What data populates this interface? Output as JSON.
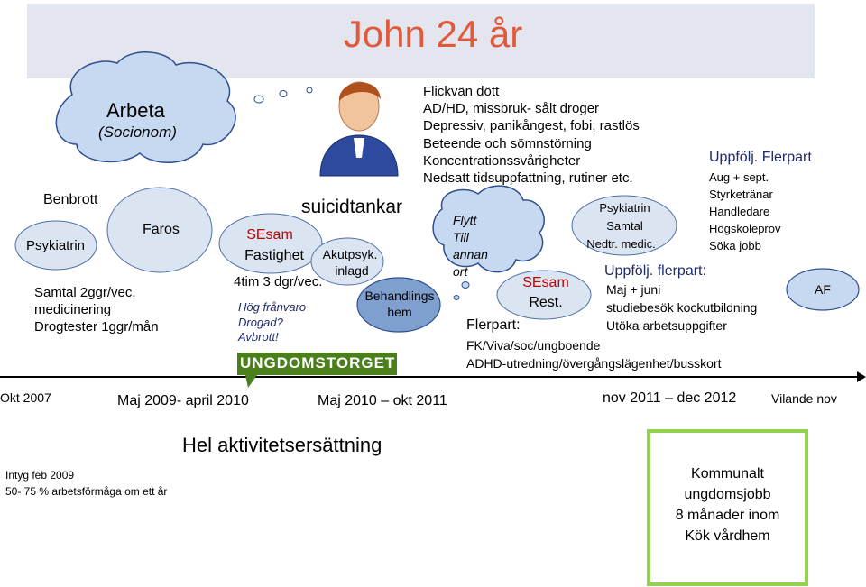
{
  "title": "John 24 år",
  "bubbles": {
    "arbeta": "Arbeta",
    "socionom": "(Socionom)",
    "flytt": [
      "Flytt",
      "Till",
      "annan",
      "ort"
    ]
  },
  "left": {
    "benbrott": "Benbrott",
    "faros": "Faros",
    "psykiatrin": "Psykiatrin",
    "samtal": "Samtal 2ggr/vec.",
    "medicinering": "medicinering",
    "drogtester": "Drogtester 1ggr/mån"
  },
  "mid": {
    "suicidtankar": "suicidtankar",
    "sesam_fastighet": [
      "SEsam",
      "Fastighet"
    ],
    "akutpsyk": [
      "Akutpsyk.",
      "inlagd"
    ],
    "fourtim": "4tim 3 dgr/vec.",
    "hog": [
      "Hög frånvaro",
      "Drogad?",
      "Avbrott!"
    ],
    "behandlingshem": [
      "Behandlings",
      "hem"
    ],
    "logo": "UNGDOMSTORGET"
  },
  "symptoms": [
    "Flickvän dött",
    "AD/HD, missbruk- sålt droger",
    "Depressiv, panikångest, fobi, rastlös",
    "Beteende  och sömnstörning",
    "Koncentrationssvårigheter",
    "Nedsatt tidsuppfattning, rutiner etc."
  ],
  "right": {
    "psykiatrin_samtal": [
      "Psykiatrin",
      "Samtal",
      "Nedtr. medic."
    ],
    "sesam_rest": [
      "SEsam",
      "Rest."
    ],
    "uppfolj1": "Uppfölj. Flerpart",
    "uppfolj1_items": [
      "Aug + sept.",
      "Styrketränar",
      "Handledare",
      "Högskoleprov",
      "Söka jobb"
    ],
    "uppfolj2": "Uppfölj. flerpart:",
    "uppfolj2_items": [
      "Maj + juni",
      "studiebesök kockutbildning",
      "Utöka arbetsuppgifter"
    ],
    "af": "AF",
    "flerpart": "Flerpart:",
    "flerpart_items": [
      "FK/Viva/soc/ungboende",
      "ADHD-utredning/övergångslägenhet/busskort"
    ]
  },
  "timeline": {
    "okt2007": "Okt 2007",
    "maj2009": "Maj 2009- april 2010",
    "maj2010": "Maj 2010 – okt 2011",
    "nov2011": "nov 2011 – dec 2012",
    "vilande": "Vilande nov"
  },
  "bottom": {
    "hel": "Hel aktivitetsersättning",
    "intyg": "Intyg feb 2009",
    "arbetsformaga": "50- 75 % arbetsförmåga om ett år",
    "kommunalt": [
      "Kommunalt",
      "ungdomsjobb",
      "8 månader inom",
      "Kök vårdhem"
    ]
  },
  "colors": {
    "title": "#e05a3a",
    "bubble": "#c6d9f1",
    "oval": "#dbe5f1",
    "accent_text": "#c00000",
    "green_box": "#92d050",
    "logo_green": "#4a7f1c",
    "navy": "#1f2a6b"
  }
}
